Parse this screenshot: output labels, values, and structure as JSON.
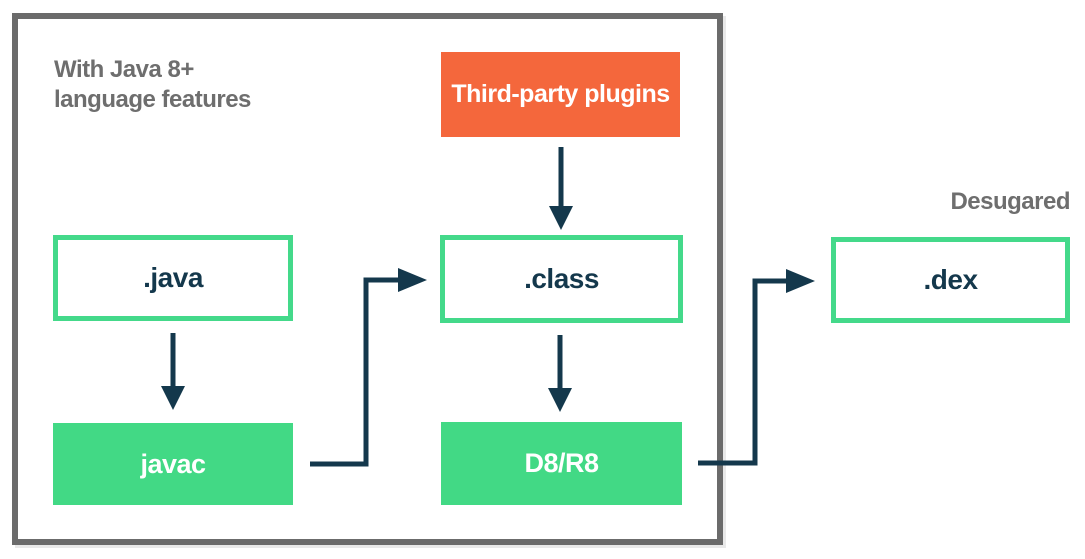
{
  "frame": {
    "label_line1": "With Java 8+",
    "label_line2": "language features"
  },
  "nodes": {
    "third_party_plugins": {
      "label": "Third-party plugins"
    },
    "java": {
      "label": ".java"
    },
    "class": {
      "label": ".class"
    },
    "javac": {
      "label": "javac"
    },
    "d8r8": {
      "label": "D8/R8"
    },
    "dex": {
      "label": ".dex"
    }
  },
  "annotations": {
    "desugared": "Desugared"
  },
  "edges": [
    {
      "from": "third_party_plugins",
      "to": "class"
    },
    {
      "from": "java",
      "to": "javac"
    },
    {
      "from": "javac",
      "to": "class"
    },
    {
      "from": "class",
      "to": "d8r8"
    },
    {
      "from": "d8r8",
      "to": "dex"
    }
  ],
  "colors": {
    "accent_green": "#42d985",
    "accent_green_border": "#44d98a",
    "accent_orange": "#f4673c",
    "arrow_navy": "#14384c",
    "frame_gray": "#6b6b6b",
    "label_gray": "#6e6e6e"
  }
}
